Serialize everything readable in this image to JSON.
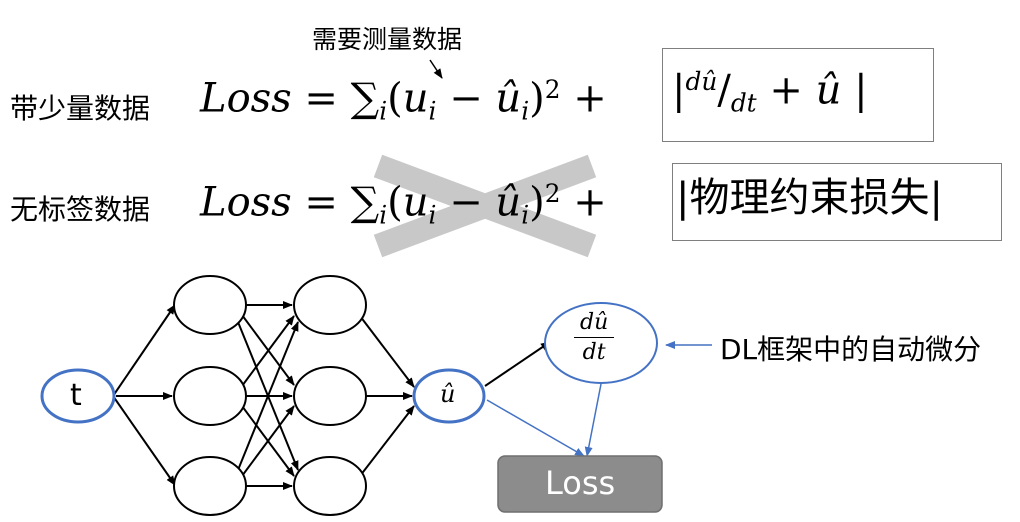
{
  "annotation_top": "需要测量数据",
  "row1": {
    "label": "带少量数据",
    "loss": "Loss",
    "eq": "=",
    "sum": "∑",
    "i": "i",
    "open": "(",
    "u": "u",
    "minus": "−",
    "uhat": "û",
    "close": ")",
    "sq": "2",
    "plus": "+",
    "bar": "|",
    "d_uhat": "dû",
    "slash": "/",
    "dt": "dt",
    "plus2": "+",
    "uhat2": "û",
    "bar2": "|"
  },
  "row2": {
    "label": "无标签数据",
    "loss": "Loss",
    "eq": "=",
    "sum": "∑",
    "i": "i",
    "open": "(",
    "u": "u",
    "minus": "−",
    "uhat": "û",
    "close": ")",
    "sq": "2",
    "plus": "+",
    "physics_loss": "|物理约束损失|"
  },
  "network": {
    "input": "t",
    "output": "û",
    "deriv_num": "dû",
    "deriv_den": "dt",
    "loss_box": "Loss",
    "autodiff_label": "DL框架中的自动微分"
  },
  "colors": {
    "node_blue": "#4472c4",
    "arrow_blue": "#4472c4",
    "loss_fill": "#8c8c8c",
    "cross_gray": "#c8c8c8",
    "box_border": "#7f7f7f"
  }
}
